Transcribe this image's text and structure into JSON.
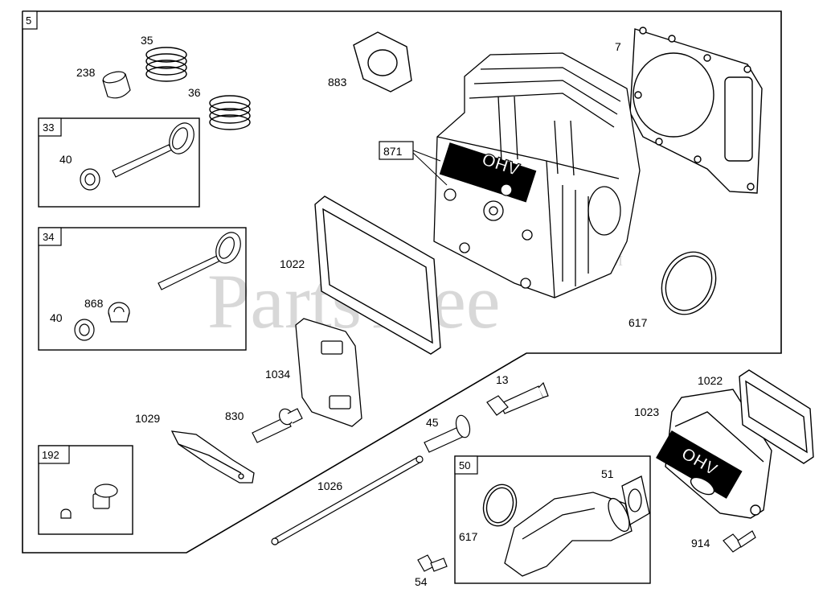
{
  "watermark": {
    "text": "PartsTree",
    "tm": "TM"
  },
  "assembly_label": "5",
  "part_labels": {
    "p238": "238",
    "p35": "35",
    "p36": "36",
    "p883": "883",
    "p7": "7",
    "p40a": "40",
    "p871": "871",
    "p1022a": "1022",
    "p868": "868",
    "p40b": "40",
    "p617a": "617",
    "p1034": "1034",
    "p13": "13",
    "p1022b": "1022",
    "p1029": "1029",
    "p830": "830",
    "p45": "45",
    "p1023": "1023",
    "p1026": "1026",
    "p51": "51",
    "p617b": "617",
    "p914": "914",
    "p54": "54"
  },
  "inset_labels": {
    "b33": "33",
    "b34": "34",
    "b192": "192",
    "b50": "50"
  },
  "embossed": {
    "head_text": "OHV",
    "cover_text": "OHV"
  }
}
